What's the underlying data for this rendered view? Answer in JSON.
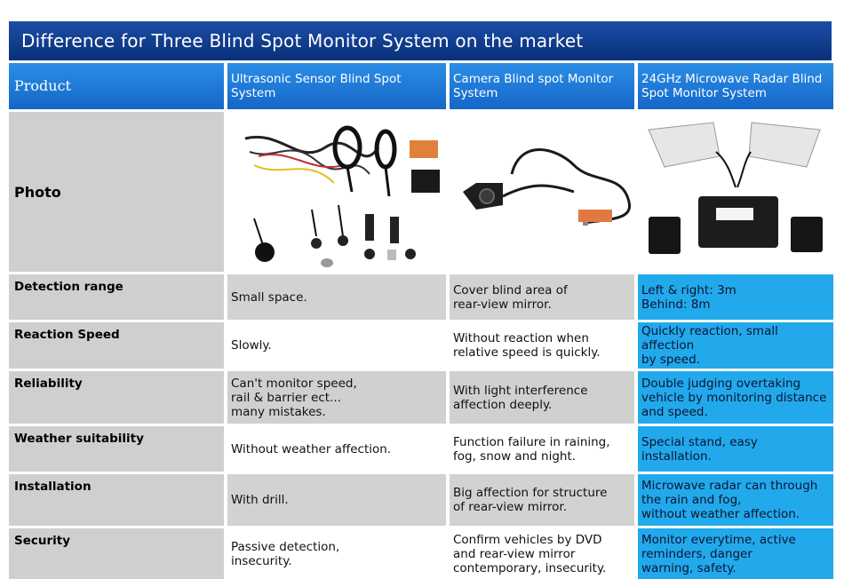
{
  "title": "Difference for Three Blind Spot Monitor System on the market",
  "header": {
    "product": "Product",
    "col1": "Ultrasonic Sensor Blind Spot System",
    "col2": "Camera Blind spot Monitor System",
    "col3": "24GHz Microwave Radar Blind Spot Monitor System"
  },
  "rows": {
    "photo": {
      "label": "Photo"
    },
    "detection": {
      "label": "Detection range",
      "col1": "Small space.",
      "col2": "Cover blind area of\nrear-view mirror.",
      "col3": "Left & right: 3m\nBehind: 8m"
    },
    "reaction": {
      "label": "Reaction Speed",
      "col1": "Slowly.",
      "col2": "Without reaction when\nrelative speed is quickly.",
      "col3": "Quickly reaction, small affection\nby speed."
    },
    "reliability": {
      "label": "Reliability",
      "col1": "Can't monitor speed,\nrail & barrier ect...\nmany mistakes.",
      "col2": "With light interference\naffection deeply.",
      "col3": "Double judging overtaking\nvehicle by monitoring distance\nand speed."
    },
    "weather": {
      "label": "Weather suitability",
      "col1": "Without weather affection.",
      "col2": "Function failure in raining,\nfog, snow and night.",
      "col3": "Special stand, easy installation."
    },
    "installation": {
      "label": "Installation",
      "col1": "With drill.",
      "col2": "Big affection for structure\nof rear-view mirror.",
      "col3": "Microwave radar can through\nthe rain and fog,\nwithout weather affection."
    },
    "security": {
      "label": "Security",
      "col1": "Passive detection,\ninsecurity.",
      "col2": "Confirm vehicles by DVD\nand rear-view mirror\ncontemporary, insecurity.",
      "col3": "Monitor everytime, active\nreminders, danger\nwarning, safety."
    }
  },
  "colors": {
    "title_bar": "#0a2f78",
    "header_blue": "#1566c8",
    "radar_column": "#22a9ec",
    "label_gray": "#cfcfcf"
  },
  "images": [
    "ultrasonic-kit-photo",
    "camera-module-photo",
    "radar-kit-photo"
  ]
}
